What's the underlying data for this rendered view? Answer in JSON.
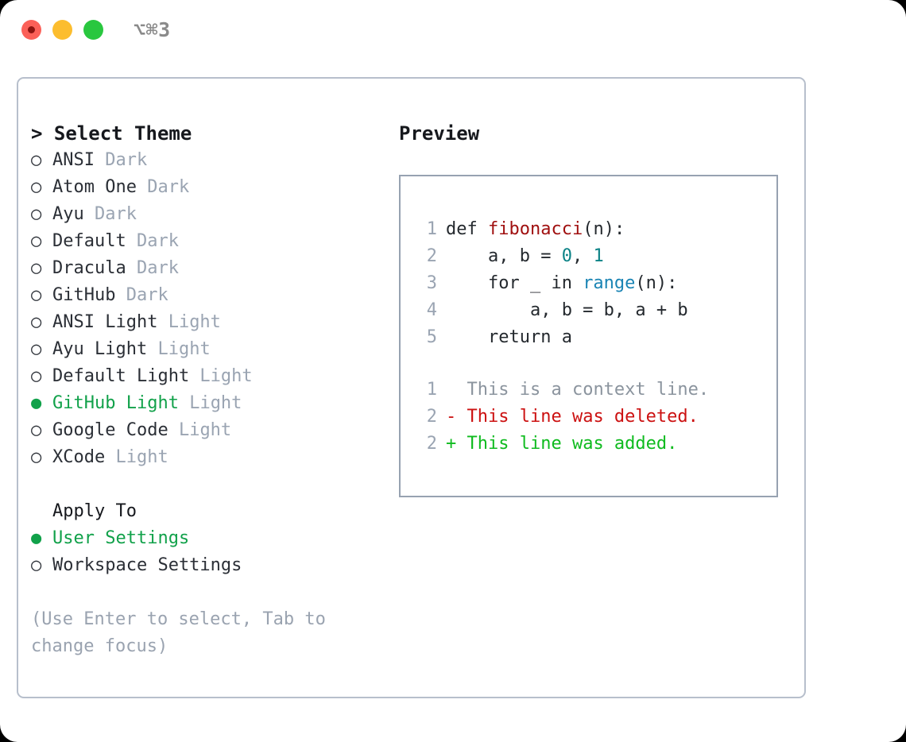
{
  "titlebar": {
    "shortcut": "⌥⌘3",
    "buttons": [
      {
        "name": "close",
        "color": "#fb6058"
      },
      {
        "name": "minimize",
        "color": "#fcbd2e"
      },
      {
        "name": "zoom",
        "color": "#29c73f"
      }
    ]
  },
  "theme_picker": {
    "header": "> Select Theme",
    "marker_unselected": "○",
    "marker_selected": "●",
    "selected_color": "#11a14a",
    "suffix_color": "#9aa4b2",
    "items": [
      {
        "marker": "○",
        "label": "ANSI",
        "suffix": " Dark",
        "selected": false
      },
      {
        "marker": "○",
        "label": "Atom One",
        "suffix": " Dark",
        "selected": false
      },
      {
        "marker": "○",
        "label": "Ayu",
        "suffix": " Dark",
        "selected": false
      },
      {
        "marker": "○",
        "label": "Default",
        "suffix": " Dark",
        "selected": false
      },
      {
        "marker": "○",
        "label": "Dracula",
        "suffix": " Dark",
        "selected": false
      },
      {
        "marker": "○",
        "label": "GitHub",
        "suffix": " Dark",
        "selected": false
      },
      {
        "marker": "○",
        "label": "ANSI Light",
        "suffix": " Light",
        "selected": false
      },
      {
        "marker": "○",
        "label": "Ayu Light",
        "suffix": " Light",
        "selected": false
      },
      {
        "marker": "○",
        "label": "Default Light",
        "suffix": " Light",
        "selected": false
      },
      {
        "marker": "●",
        "label": "GitHub Light",
        "suffix": " Light",
        "selected": true
      },
      {
        "marker": "○",
        "label": "Google Code",
        "suffix": " Light",
        "selected": false
      },
      {
        "marker": "○",
        "label": "XCode",
        "suffix": " Light",
        "selected": false
      }
    ]
  },
  "apply_to": {
    "header": "Apply To",
    "items": [
      {
        "marker": "●",
        "label": "User Settings",
        "selected": true
      },
      {
        "marker": "○",
        "label": "Workspace Settings",
        "selected": false
      }
    ]
  },
  "hint": "(Use Enter to select, Tab to change focus)",
  "preview": {
    "title": "Preview",
    "code_lines": [
      {
        "no": "1",
        "tokens": [
          {
            "t": "def ",
            "c": "kw"
          },
          {
            "t": "fibonacci",
            "c": "fn"
          },
          {
            "t": "(n):",
            "c": "plain"
          }
        ]
      },
      {
        "no": "2",
        "tokens": [
          {
            "t": "    a, b = ",
            "c": "plain"
          },
          {
            "t": "0",
            "c": "num"
          },
          {
            "t": ", ",
            "c": "plain"
          },
          {
            "t": "1",
            "c": "num"
          }
        ]
      },
      {
        "no": "3",
        "tokens": [
          {
            "t": "    for _ in ",
            "c": "plain"
          },
          {
            "t": "range",
            "c": "call"
          },
          {
            "t": "(n):",
            "c": "plain"
          }
        ]
      },
      {
        "no": "4",
        "tokens": [
          {
            "t": "        a, b = b, a + b",
            "c": "plain"
          }
        ]
      },
      {
        "no": "5",
        "tokens": [
          {
            "t": "    return a",
            "c": "plain"
          }
        ]
      }
    ],
    "diff_lines": [
      {
        "no": "1",
        "sign": "  ",
        "text": "This is a context line.",
        "kind": "ctx"
      },
      {
        "no": "2",
        "sign": "- ",
        "text": "This line was deleted.",
        "kind": "del"
      },
      {
        "no": "2",
        "sign": "+ ",
        "text": "This line was added.",
        "kind": "add"
      }
    ]
  }
}
